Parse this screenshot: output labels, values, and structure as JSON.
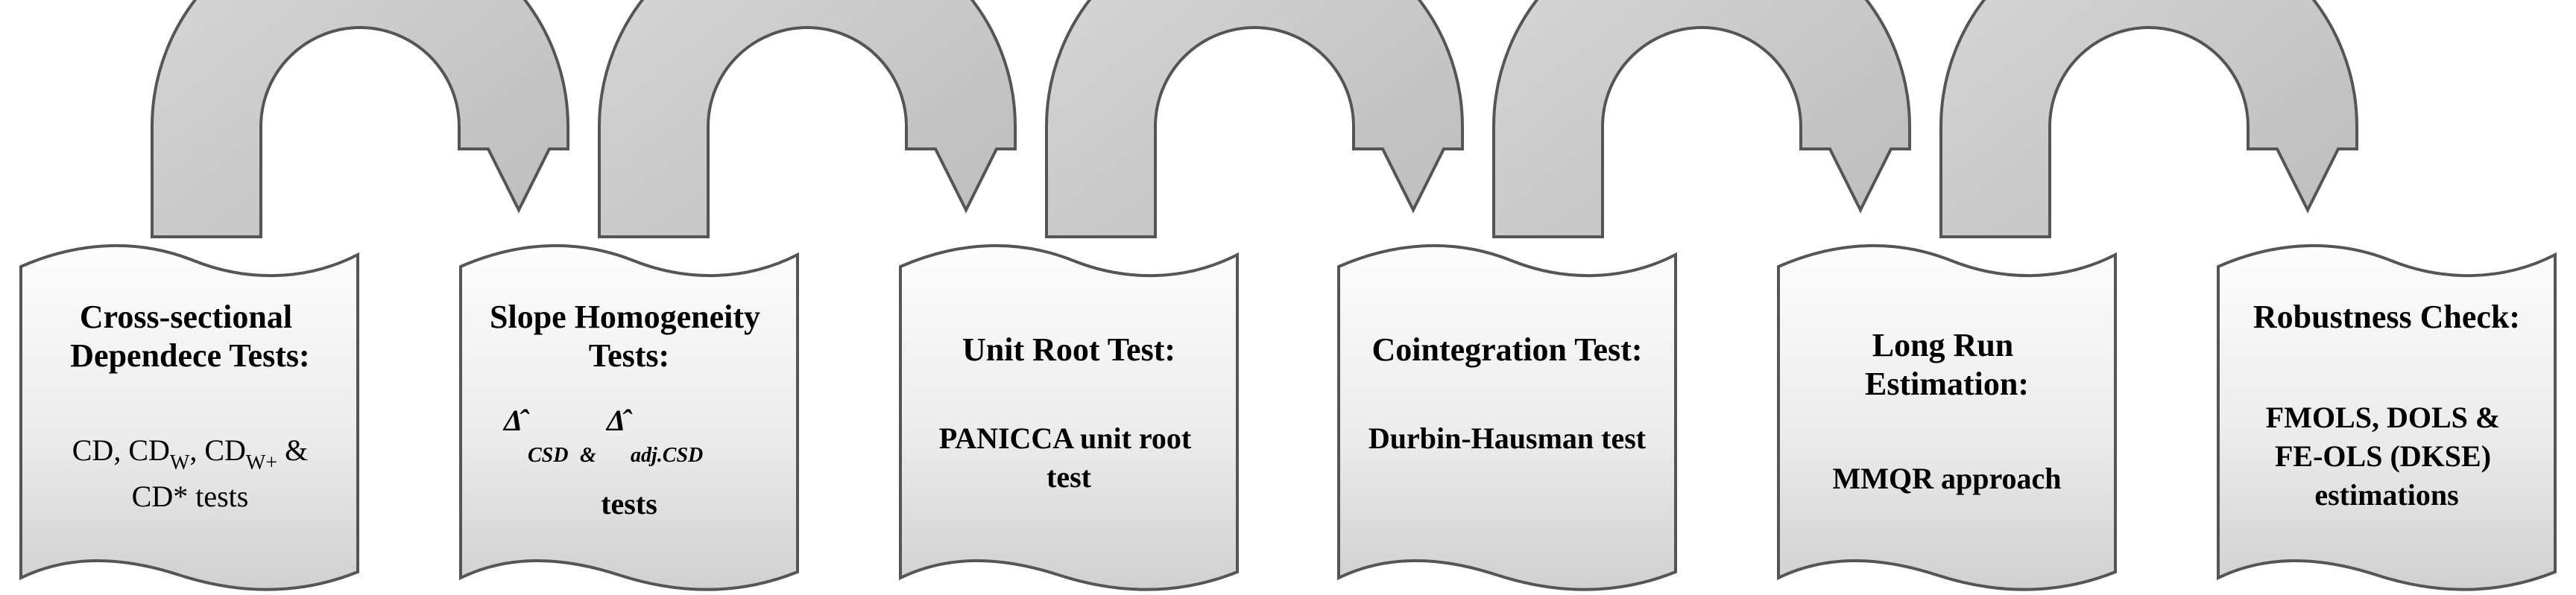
{
  "steps": [
    {
      "title_lines": [
        "Cross-sectional",
        "Dependece Tests:"
      ],
      "body": {
        "line1": {
          "p1": "CD, CD",
          "s1": "W",
          "p2": ", CD",
          "s2": "W+",
          "p3": " &"
        },
        "line2": "CD* tests"
      }
    },
    {
      "title_lines": [
        "Slope Homogeneity",
        "Tests:"
      ],
      "body": {
        "delta": "Δ̂",
        "sub1": "CSD",
        "amp": "&",
        "sub2": "adj.CSD",
        "line2": "tests"
      }
    },
    {
      "title_lines": [
        "Unit Root Test:"
      ],
      "body_lines": [
        "PANICCA unit root",
        "test"
      ]
    },
    {
      "title_lines": [
        "Cointegration Test:"
      ],
      "body_lines": [
        "Durbin-Hausman test"
      ]
    },
    {
      "title_lines": [
        "Long Run",
        "Estimation:"
      ],
      "body_lines": [
        "MMQR approach"
      ]
    },
    {
      "title_lines": [
        "Robustness Check:"
      ],
      "body_lines": [
        "FMOLS, DOLS &",
        "FE-OLS (DKSE)",
        "estimations"
      ]
    }
  ],
  "colors": {
    "box_fill_top": "#fdfdfd",
    "box_fill_bottom": "#d2d2d2",
    "arrow_fill": "#c8c8c8",
    "outline": "#555555"
  }
}
